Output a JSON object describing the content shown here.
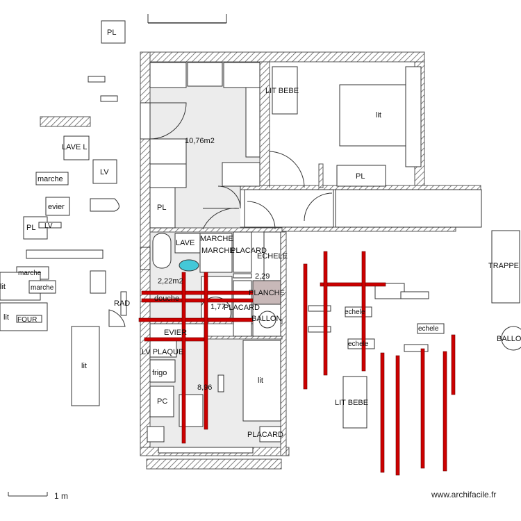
{
  "rooms": {
    "bedroom_area": "10,76m2",
    "bath_area": "2,22m2",
    "kitchen_area": "8,96",
    "small_area_1": "2,29",
    "small_area_2": "1,77"
  },
  "labels": {
    "pl_top": "PL",
    "lave_l": "LAVE L",
    "lv": "LV",
    "marche_left": "marche",
    "evier_left": "evier",
    "pl_left": "PL",
    "lv_small": "LV",
    "marche_left2": "marche",
    "marche_left3": "marche",
    "lit_left_edge": "lit",
    "lit_left_mid": "lit",
    "rad": "RAD",
    "four": "FOUR",
    "lit_left_low": "lit",
    "lit_bebe_top": "LIT BEBE",
    "lit_big": "lit",
    "pl_bedroom": "PL",
    "pl_bedroom_left": "PL",
    "lave": "LAVE",
    "marche_1": "MARCHE",
    "marche_2": "MARCHE",
    "placard_1": "PLACARD",
    "echelle_1": "ECHELE",
    "douche": "douche",
    "planche": "PLANCHE",
    "placard_2": "PLACARD",
    "ballon_1": "BALLON",
    "evier": "EVIER",
    "plaque": "LV PLAQUE",
    "frigo": "frigo",
    "pc": "PC",
    "lit_kitchen": "lit",
    "placard_3": "PLACARD",
    "trappe": "TRAPPE",
    "echelle_2": "echele",
    "echelle_3": "echele",
    "echelle_4": "echele",
    "ballon_2": "BALLO",
    "lit_bebe_right": "LIT BEBE"
  },
  "footer": {
    "scale": "1 m",
    "credit": "www.archifacile.fr"
  },
  "colors": {
    "wall": "#555555",
    "beam": "#cc0000",
    "floor": "#ececec",
    "planche": "#c8b8b8",
    "basin": "#44c8d8"
  }
}
